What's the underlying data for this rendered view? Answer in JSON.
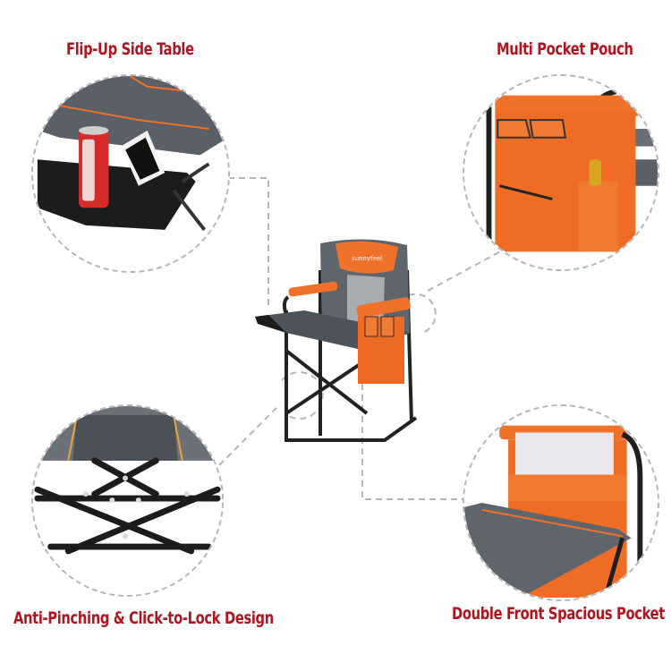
{
  "features": [
    {
      "id": "side-table",
      "label": "Flip-Up Side Table",
      "position": "top-left",
      "details": [
        "can of cola",
        "tablet",
        "cup holder"
      ]
    },
    {
      "id": "pocket-pouch",
      "label": "Multi Pocket Pouch",
      "position": "top-right",
      "details": [
        "two flap pockets",
        "zipper pocket",
        "bottle holder"
      ]
    },
    {
      "id": "anti-pinch",
      "label": "Anti-Pinching & Click-to-Lock Design",
      "position": "bottom-left",
      "details": [
        "X-frame folding legs",
        "rivets"
      ]
    },
    {
      "id": "front-pocket",
      "label": "Double Front Spacious Pocket",
      "position": "bottom-right",
      "details": [
        "rear pocket with paper",
        "seat fabric"
      ]
    }
  ],
  "product": {
    "name": "Folding Director Chair",
    "brand_mark": "sunnyfeel"
  },
  "colors": {
    "label_red": "#b0151f",
    "fabric_orange": "#f0712a",
    "fabric_gray": "#5b6068",
    "frame_black": "#1f1f1f",
    "dashed_gray": "#b5b5b5"
  }
}
